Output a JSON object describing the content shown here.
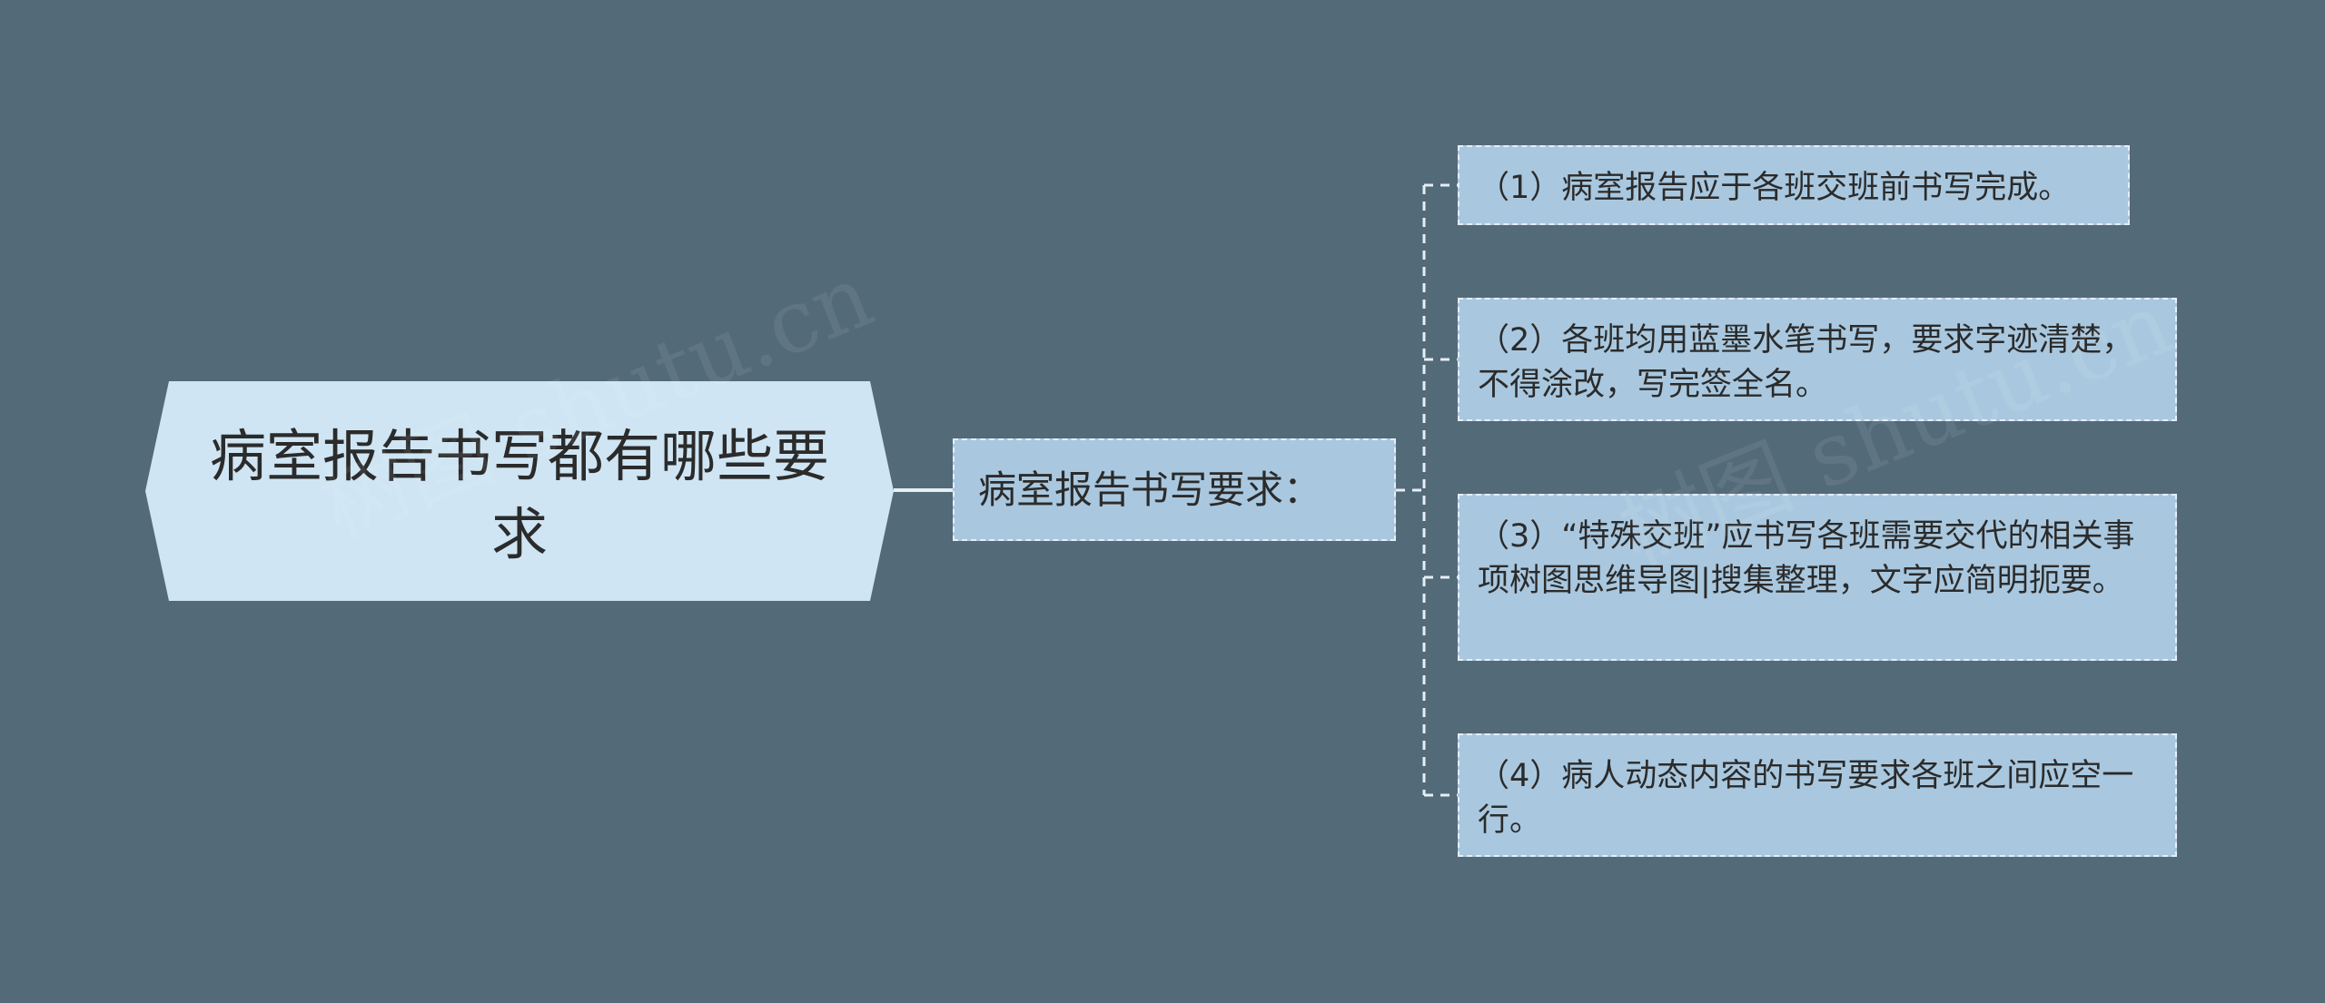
{
  "mindmap": {
    "root": {
      "text": "病室报告书写都有哪些要求"
    },
    "branch": {
      "text": "病室报告书写要求：",
      "children": [
        {
          "text": "（1）病室报告应于各班交班前书写完成。"
        },
        {
          "text": "（2）各班均用蓝墨水笔书写，要求字迹清楚，不得涂改，写完签全名。"
        },
        {
          "text": "（3）“特殊交班”应书写各班需要交代的相关事项树图思维导图|搜集整理，文字应简明扼要。"
        },
        {
          "text": "（4）病人动态内容的书写要求各班之间应空一行。"
        }
      ]
    }
  },
  "watermarks": [
    "树图 shutu.cn",
    "树图 shutu.cn"
  ],
  "colors": {
    "background": "#536a79",
    "root_fill": "#cfe5f3",
    "node_fill": "#a9c8df",
    "connector": "#e6eef5"
  }
}
